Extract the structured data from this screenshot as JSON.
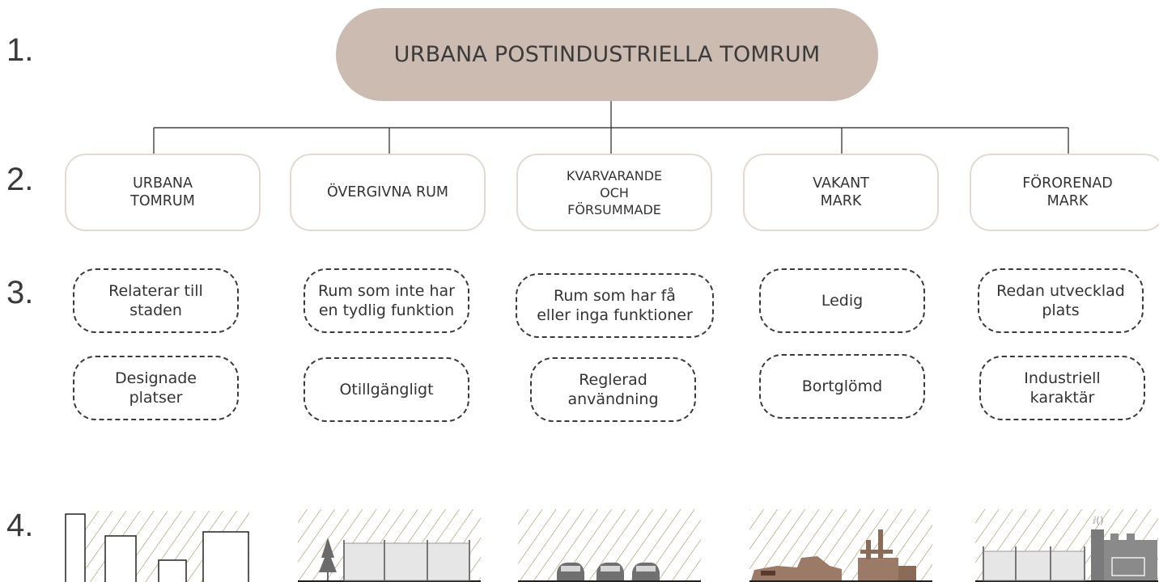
{
  "levels": [
    "1.",
    "2.",
    "3.",
    "4."
  ],
  "root": {
    "label": "URBANA POSTINDUSTRIELLA TOMRUM",
    "color": "#ccbbb0"
  },
  "categories": [
    {
      "label": "URBANA\nTOMRUM"
    },
    {
      "label": "ÖVERGIVNA RUM"
    },
    {
      "label": "KVARVARANDE\nOCH\nFÖRSUMMADE"
    },
    {
      "label": "VAKANT\nMARK"
    },
    {
      "label": "FÖRORENAD\nMARK"
    }
  ],
  "traits": [
    [
      "Relaterar till\nstaden",
      "Designade\nplatser"
    ],
    [
      "Rum som inte har\nen tydlig funktion",
      "Otillgängligt"
    ],
    [
      "Rum som har få\neller inga funktioner",
      "Reglerad\nanvändning"
    ],
    [
      "Ledig",
      "Bortglömd"
    ],
    [
      "Redan utvecklad\nplats",
      "Industriell\nkaraktär"
    ]
  ],
  "illustrations": [
    {
      "icon": "buildings-icon"
    },
    {
      "icon": "tree-fence-icon"
    },
    {
      "icon": "cars-icon"
    },
    {
      "icon": "wrecks-icon"
    },
    {
      "icon": "factory-fence-icon"
    }
  ],
  "colors": {
    "hatch": "#a8834e",
    "accent": "#9b7b67",
    "border": "#e4d9d2"
  }
}
